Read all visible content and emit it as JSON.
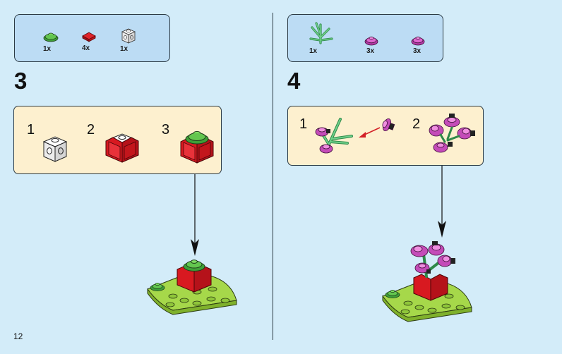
{
  "page_number": "12",
  "steps": [
    {
      "number": "3",
      "parts": [
        {
          "qty": "1x",
          "icon": "green-flower-plate"
        },
        {
          "qty": "4x",
          "icon": "red-tile-1x1"
        },
        {
          "qty": "1x",
          "icon": "white-brick-studs-sides"
        }
      ],
      "substeps": [
        "1",
        "2",
        "3"
      ]
    },
    {
      "number": "4",
      "parts": [
        {
          "qty": "1x",
          "icon": "green-plant-stem"
        },
        {
          "qty": "3x",
          "icon": "magenta-flower-plate"
        },
        {
          "qty": "3x",
          "icon": "magenta-flower-plate"
        }
      ],
      "substeps": [
        "1",
        "2"
      ]
    }
  ],
  "colors": {
    "background": "#d3ecf9",
    "parts_box": "#bcdcf4",
    "substep_box": "#fdf0cf",
    "lime_base": "#a6d84a",
    "red_brick": "#c8121a",
    "green_flower": "#4caf3c",
    "magenta_flower": "#d94fc6"
  }
}
